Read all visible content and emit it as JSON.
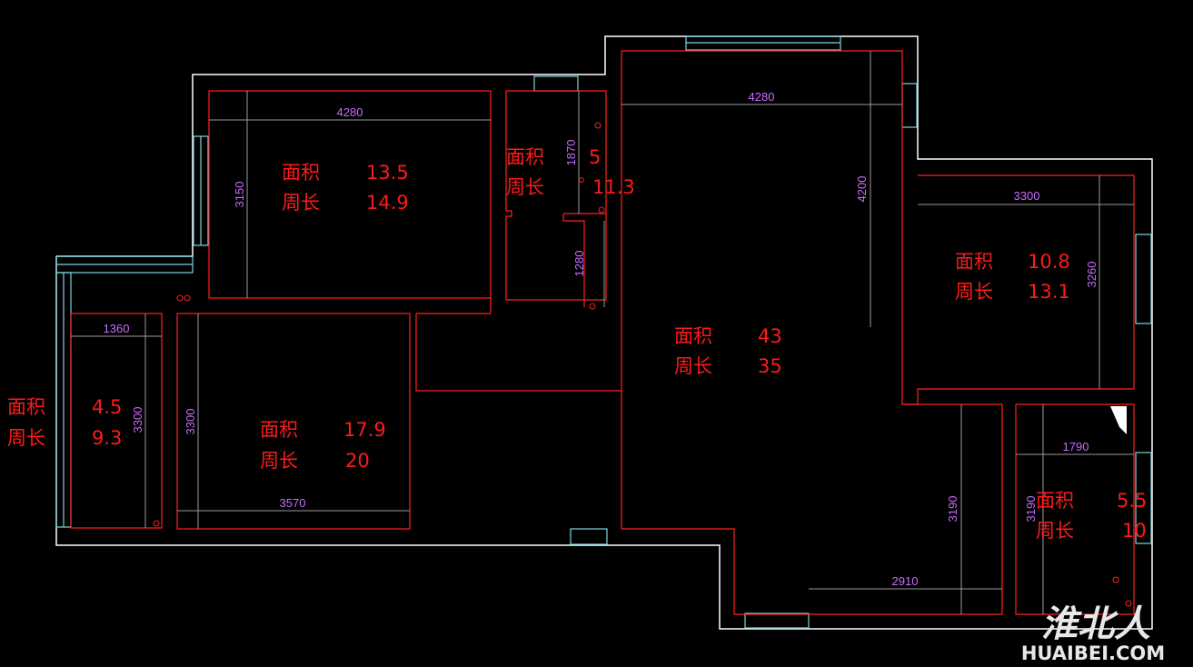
{
  "rooms": [
    {
      "area_label": "面积",
      "area": "13.5",
      "perimeter_label": "周长",
      "perimeter": "14.9"
    },
    {
      "area_label": "面积",
      "area": "5",
      "perimeter_label": "周长",
      "perimeter": "11.3"
    },
    {
      "area_label": "面积",
      "area": "43",
      "perimeter_label": "周长",
      "perimeter": "35"
    },
    {
      "area_label": "面积",
      "area": "10.8",
      "perimeter_label": "周长",
      "perimeter": "13.1"
    },
    {
      "area_label": "面积",
      "area": "4.5",
      "perimeter_label": "周长",
      "perimeter": "9.3"
    },
    {
      "area_label": "面积",
      "area": "17.9",
      "perimeter_label": "周长",
      "perimeter": "20"
    },
    {
      "area_label": "面积",
      "area": "5.5",
      "perimeter_label": "周长",
      "perimeter": "10"
    }
  ],
  "dimensions": [
    "4280",
    "3150",
    "1870",
    "1280",
    "4280",
    "4200",
    "3300",
    "3260",
    "1360",
    "3300",
    "3300",
    "3570",
    "3190",
    "2910",
    "1790",
    "3190"
  ],
  "watermark": {
    "logo": "淮北人",
    "site": "HUAIBEI.COM"
  },
  "colors": {
    "background": "#000000",
    "outer_wall": "#ffffff",
    "inner_wall": "#ff2020",
    "dimension": "#c86bff",
    "room_text": "#ff1a1a",
    "window": "#7fd4e0"
  }
}
